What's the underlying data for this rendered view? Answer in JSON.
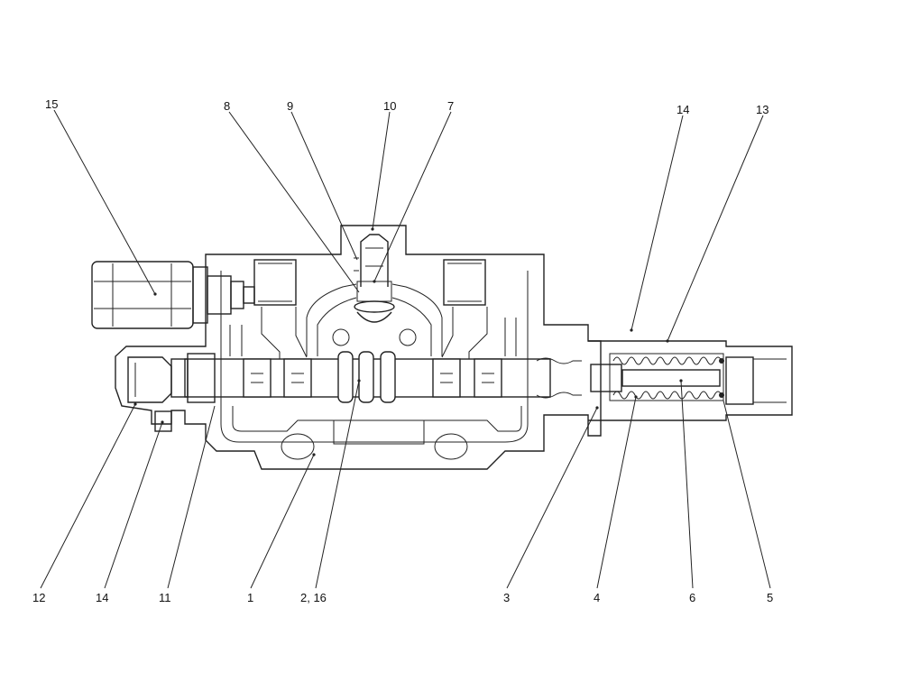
{
  "labels": {
    "l15": "15",
    "l8": "8",
    "l9": "9",
    "l10": "10",
    "l7": "7",
    "l14_top": "14",
    "l13": "13",
    "l12": "12",
    "l14_bottom": "14",
    "l11": "11",
    "l1": "1",
    "l2_16": "2, 16",
    "l3": "3",
    "l4": "4",
    "l6": "6",
    "l5": "5"
  }
}
